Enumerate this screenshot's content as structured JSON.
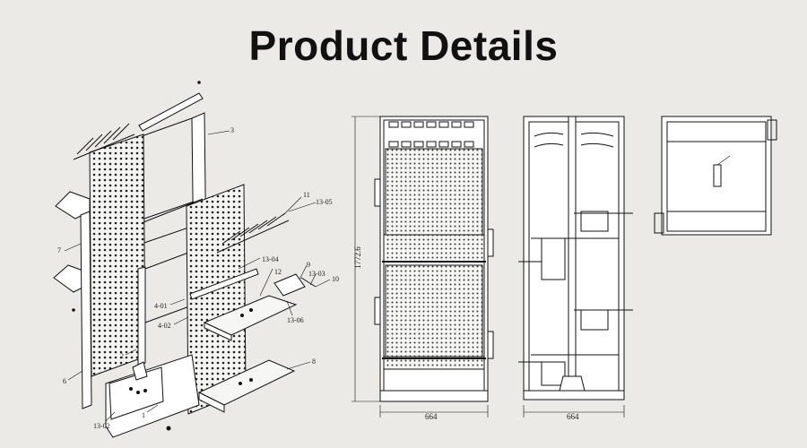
{
  "header": {
    "title": "Product Details"
  },
  "exploded_view": {
    "labels": [
      {
        "id": "p3",
        "text": "3"
      },
      {
        "id": "p11",
        "text": "11"
      },
      {
        "id": "p1305",
        "text": "13-05"
      },
      {
        "id": "p7",
        "text": "7"
      },
      {
        "id": "p1304",
        "text": "13-04"
      },
      {
        "id": "p12",
        "text": "12"
      },
      {
        "id": "p9",
        "text": "9"
      },
      {
        "id": "p1303",
        "text": "13-03"
      },
      {
        "id": "p10",
        "text": "10"
      },
      {
        "id": "p401",
        "text": "4-01"
      },
      {
        "id": "p402",
        "text": "4-02"
      },
      {
        "id": "p1306",
        "text": "13-06"
      },
      {
        "id": "p2",
        "text": "2"
      },
      {
        "id": "p8",
        "text": "8"
      },
      {
        "id": "p6",
        "text": "6"
      },
      {
        "id": "p1302",
        "text": "13-02"
      },
      {
        "id": "p1",
        "text": "1"
      }
    ]
  },
  "front_view": {
    "height_dim": "1772.6",
    "width_dim": "664"
  },
  "side_view": {
    "width_dim": "664"
  }
}
